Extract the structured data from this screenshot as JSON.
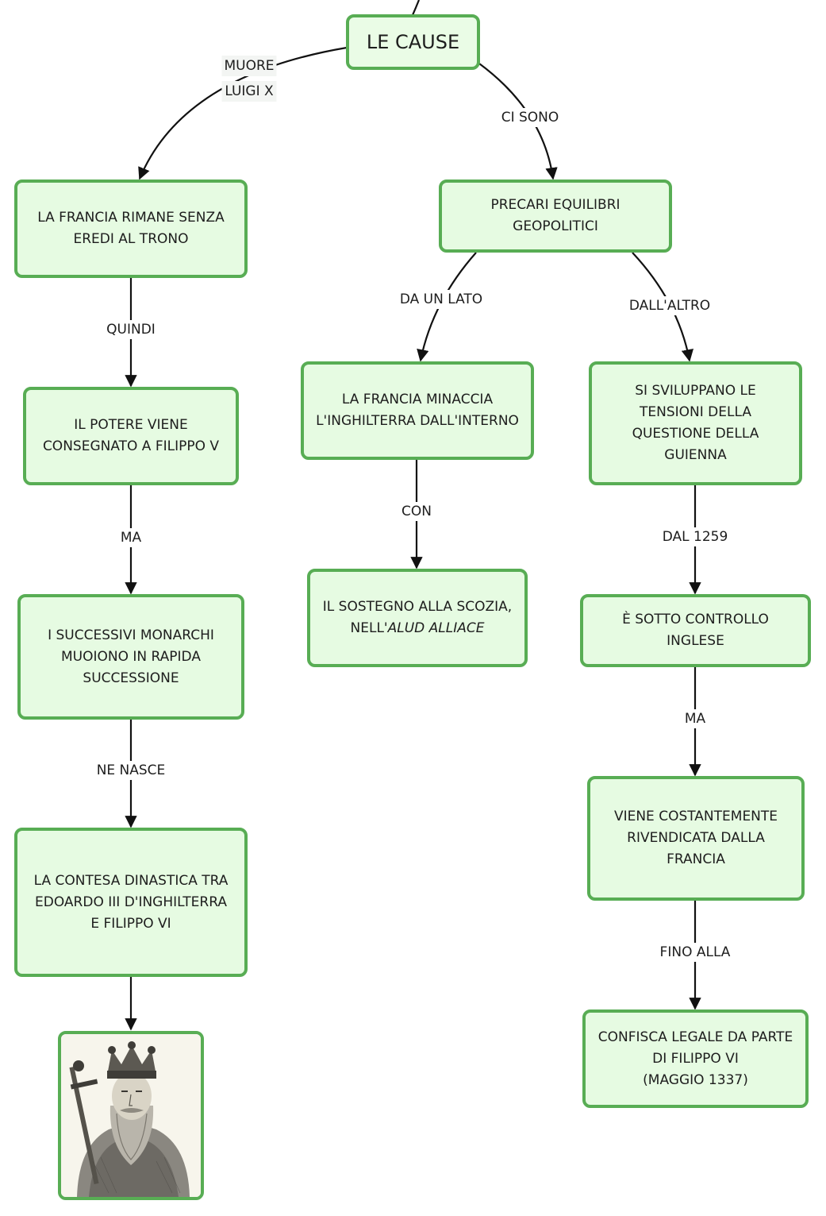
{
  "nodes": {
    "root": "LE CAUSE",
    "francia_senza_eredi": "LA FRANCIA RIMANE SENZA\nEREDI AL TRONO",
    "potere_filippo_v": "IL POTERE VIENE\nCONSEGNATO A FILIPPO V",
    "monarchi_muoiono": "I SUCCESSIVI MONARCHI\nMUOIONO IN RAPIDA\nSUCCESSIONE",
    "contesa_dinastica": "LA CONTESA DINASTICA TRA\nEDOARDO III D'INGHILTERRA\nE FILIPPO VI",
    "precari_equilibri": "PRECARI EQUILIBRI\nGEOPOLITICI",
    "francia_minaccia": "LA FRANCIA MINACCIA\nL'INGHILTERRA DALL'INTERNO",
    "sostegno_scozia_line1": "IL SOSTEGNO ALLA SCOZIA,",
    "sostegno_scozia_prefix": "NELL'",
    "sostegno_scozia_italic": "ALUD ALLIACE",
    "tensioni_guienna": "SI SVILUPPANO LE\nTENSIONI DELLA\nQUESTIONE DELLA\nGUIENNA",
    "controllo_inglese": "È SOTTO CONTROLLO\nINGLESE",
    "rivendicata_francia": "VIENE COSTANTEMENTE\nRIVENDICATA DALLA\nFRANCIA",
    "confisca_legale": "CONFISCA LEGALE DA PARTE\nDI FILIPPO VI\n(MAGGIO 1337)"
  },
  "links": {
    "muore_line1": "MUORE",
    "muore_line2": "LUIGI X",
    "ci_sono": "CI SONO",
    "quindi": "QUINDI",
    "ma_left": "MA",
    "ne_nasce": "NE NASCE",
    "da_un_lato": "DA UN LATO",
    "dall_altro": "DALL'ALTRO",
    "con": "CON",
    "dal_1259": "DAL 1259",
    "ma_right": "MA",
    "fino_alla": "FINO ALLA"
  },
  "colors": {
    "node_fill": "#e6fbe2",
    "node_border": "#58ad54",
    "edge": "#111111"
  },
  "icons": {
    "portrait": "engraved-portrait-of-edward-iii"
  }
}
